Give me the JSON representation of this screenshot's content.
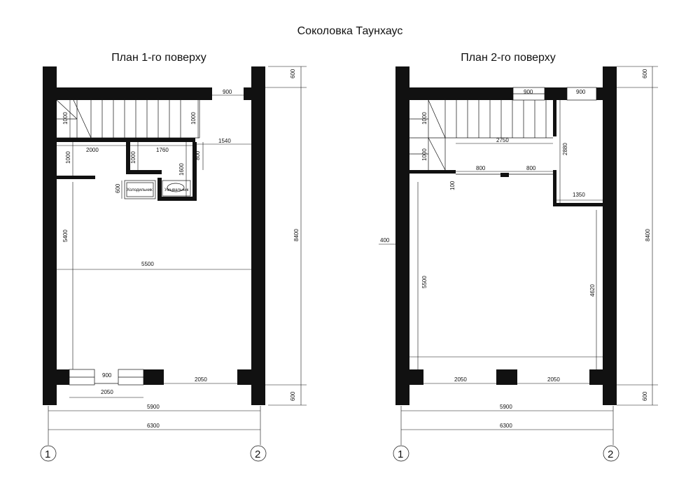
{
  "title": "Соколовка Таунхаус",
  "plans": [
    {
      "title": "План 1-го поверху",
      "dims": {
        "d600_top": "600",
        "d900_top": "900",
        "d1000_stair": "1000",
        "d1000_stair_r": "1000",
        "d1540": "1540",
        "d2000": "2000",
        "d1000_a": "1000",
        "d1760": "1760",
        "d1000_b": "1000",
        "d800": "800",
        "d1600": "1600",
        "d600_fridge": "600",
        "d8400": "8400",
        "d5400": "5400",
        "d5500": "5500",
        "d900_bot": "900",
        "d2050_a": "2050",
        "d2050_b": "2050",
        "d600_bot": "600",
        "d5900": "5900",
        "d6300": "6300"
      },
      "labels": {
        "fridge": "Холодильник",
        "sink": "Умывальник"
      },
      "axes": [
        "1",
        "2"
      ]
    },
    {
      "title": "План 2-го поверху",
      "dims": {
        "d600_top": "600",
        "d900_a": "900",
        "d900_b": "900",
        "d1000_stair": "1000",
        "d2750": "2750",
        "d2880": "2880",
        "d1000_s2": "1000",
        "d800_a": "800",
        "d800_b": "800",
        "d100": "100",
        "d1350": "1350",
        "d400": "400",
        "d8400": "8400",
        "d5500": "5500",
        "d4620": "4620",
        "d2050_a": "2050",
        "d2050_b": "2050",
        "d600_bot": "600",
        "d5900": "5900",
        "d6300": "6300"
      },
      "axes": [
        "1",
        "2"
      ]
    }
  ]
}
